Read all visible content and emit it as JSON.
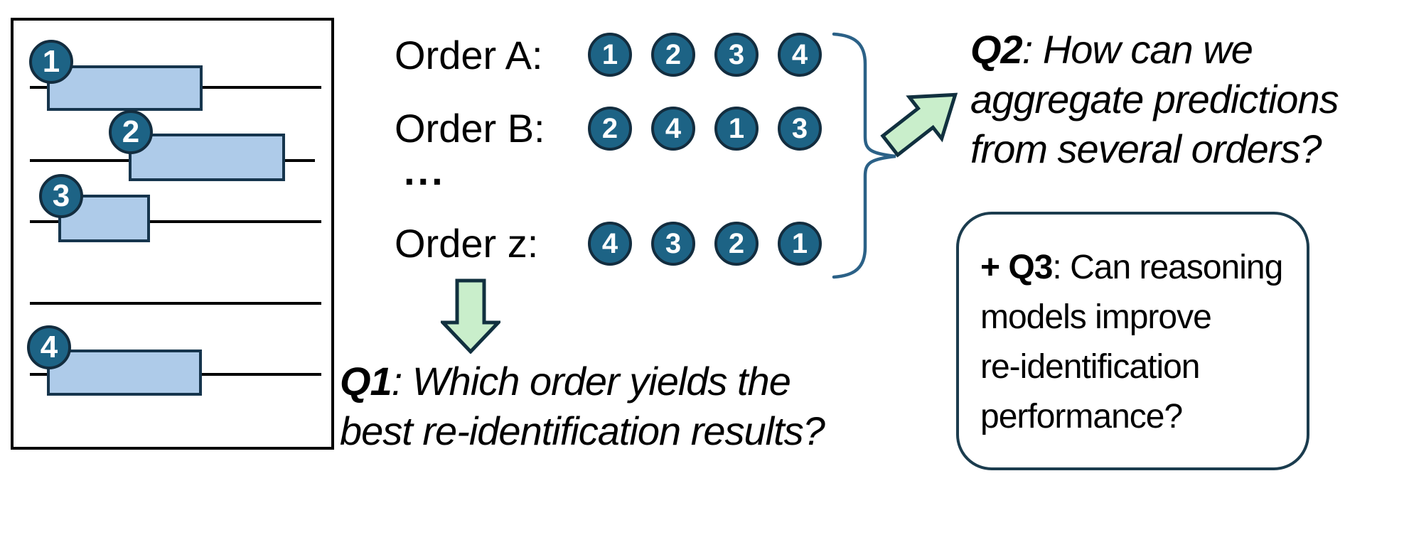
{
  "colors": {
    "circle_fill": "#1d6385",
    "circle_border": "#132d3f",
    "span_fill": "#aecbe9",
    "span_border": "#16354d",
    "arrow_fill": "#c9eecb",
    "arrow_border": "#11303f",
    "brace": "#2b6187",
    "q3_box_border": "#1b3c4e",
    "doc_border": "#000000"
  },
  "document": {
    "spans": [
      {
        "number": "1"
      },
      {
        "number": "2"
      },
      {
        "number": "3"
      },
      {
        "number": "4"
      }
    ]
  },
  "orders": {
    "rows": [
      {
        "label": "Order A:",
        "sequence": [
          "1",
          "2",
          "3",
          "4"
        ]
      },
      {
        "label": "Order B:",
        "sequence": [
          "2",
          "4",
          "1",
          "3"
        ]
      },
      {
        "label": "Order z:",
        "sequence": [
          "4",
          "3",
          "2",
          "1"
        ]
      }
    ],
    "ellipsis": "..."
  },
  "questions": {
    "q1": {
      "label": "Q1",
      "rest": ": Which order yields the",
      "line2": "best re-identification results?"
    },
    "q2": {
      "label": "Q2",
      "rest": ": How can we",
      "line2": "aggregate predictions",
      "line3": "from several orders?"
    },
    "q3": {
      "label": "+ Q3",
      "rest": ": Can reasoning",
      "line2": "models improve",
      "line3": "re-identification",
      "line4": "performance?"
    }
  }
}
